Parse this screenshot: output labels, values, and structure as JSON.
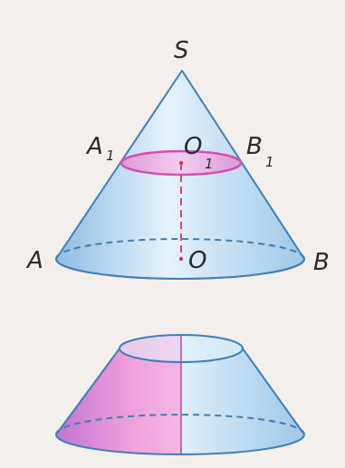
{
  "labels": {
    "apex": "S",
    "a1": "A",
    "a1_sub": "1",
    "o1": "O",
    "o1_sub": "1",
    "b1": "B",
    "b1_sub": "1",
    "a": "A",
    "o": "O",
    "b": "B"
  },
  "colors": {
    "background": "#f3efec",
    "cone_fill": "#bcd8ee",
    "cone_edge": "#3f7fb8",
    "section_fill": "#ea9ad8",
    "section_edge": "#d24fb4",
    "axis": "#d24a6e"
  }
}
